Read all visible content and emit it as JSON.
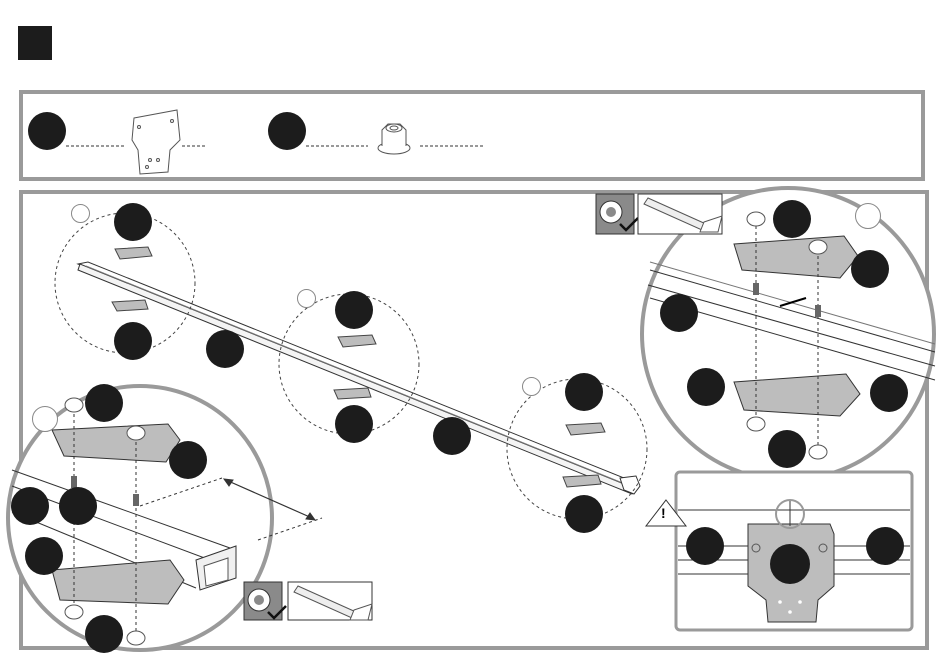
{
  "step": {
    "label": ""
  },
  "parts": [
    {
      "callout": "",
      "icon": "mounting-plate"
    },
    {
      "callout": "",
      "icon": "flange-nut"
    }
  ],
  "warning": {
    "symbol": "!"
  },
  "tools": {
    "torque_check": "check",
    "grease": "grease-applicator"
  },
  "callouts": {
    "c1": "",
    "c2": "",
    "c3": "",
    "c4": "",
    "c5": "",
    "c6": "",
    "c7": "",
    "c8": "",
    "c9": "",
    "c10": "",
    "c11": "",
    "c12": "",
    "c13": "",
    "c14": "",
    "c15": "",
    "c16": "",
    "c17": "",
    "c18": "",
    "c19": "",
    "c20": "",
    "c21": "",
    "c22": "",
    "c23": "",
    "c24": "",
    "c25": ""
  }
}
